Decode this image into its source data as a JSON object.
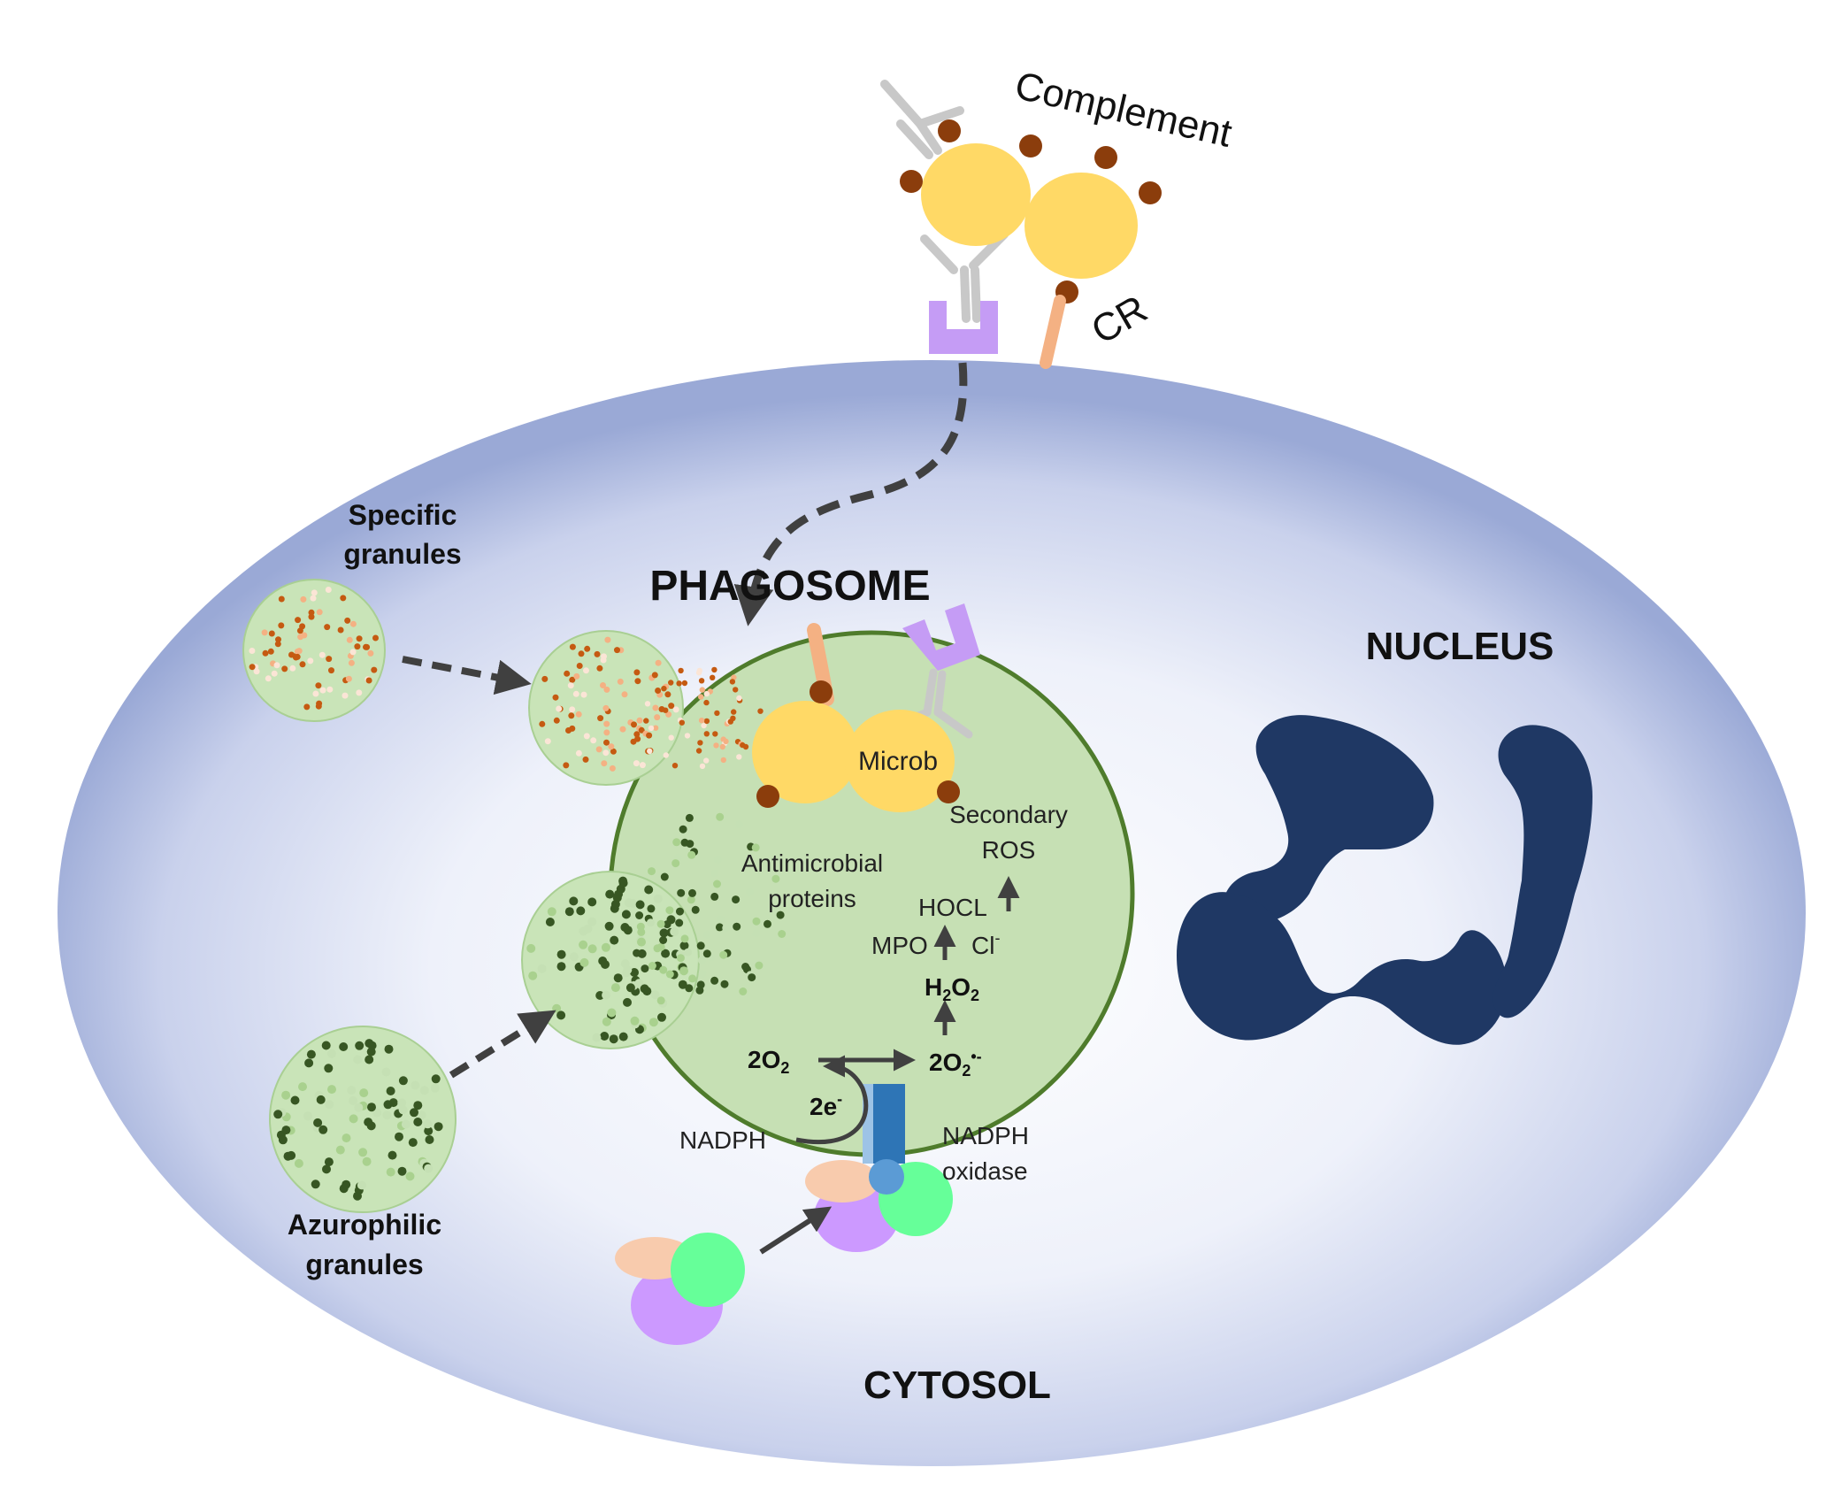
{
  "labels": {
    "complement": "Complement",
    "cr": "CR",
    "specific_line1": "Specific",
    "specific_line2": "granules",
    "azurophilic_line1": "Azurophilic",
    "azurophilic_line2": "granules",
    "phagosome": "PHAGOSOME",
    "nucleus": "NUCLEUS",
    "cytosol": "CYTOSOL",
    "microb": "Microb",
    "antimicrobial_line1": "Antimicrobial",
    "antimicrobial_line2": "proteins",
    "secondary_line1": "Secondary",
    "secondary_line2": "ROS",
    "hocl": "HOCL",
    "mpo": "MPO",
    "cl": "Cl",
    "cl_sup": "-",
    "h2o2_h": "H",
    "h2o2_sub1": "2",
    "h2o2_o": "O",
    "h2o2_sub2": "2",
    "o2_main": "2O",
    "o2_sub": "2",
    "superoxide_main": "2O",
    "superoxide_sub": "2",
    "superoxide_sup": "•-",
    "electrons": "2e",
    "electrons_sup": "-",
    "nadph": "NADPH",
    "nadph_oxidase_line1": "NADPH",
    "nadph_oxidase_line2": "oxidase"
  },
  "colors": {
    "cell_fill_center": "#ffffff",
    "cell_fill_edge": "#a9b5dc",
    "phagosome_fill": "#c6e0b4",
    "phagosome_stroke": "#4f7c2c",
    "granule_fill": "#c9e4b8",
    "microbe": "#ffd966",
    "complement_dot": "#8b3d0c",
    "antibody": "#c8c8c8",
    "receptor_purple": "#c59cf5",
    "receptor_orange": "#f4b183",
    "nucleus": "#1f3864",
    "oxidase_bar": "#2e75b6",
    "oxidase_dot": "#5b9bd5",
    "subunit_green": "#66ff99",
    "subunit_purple": "#cc99ff",
    "subunit_peach": "#f8cbad",
    "arrow": "#404040"
  }
}
